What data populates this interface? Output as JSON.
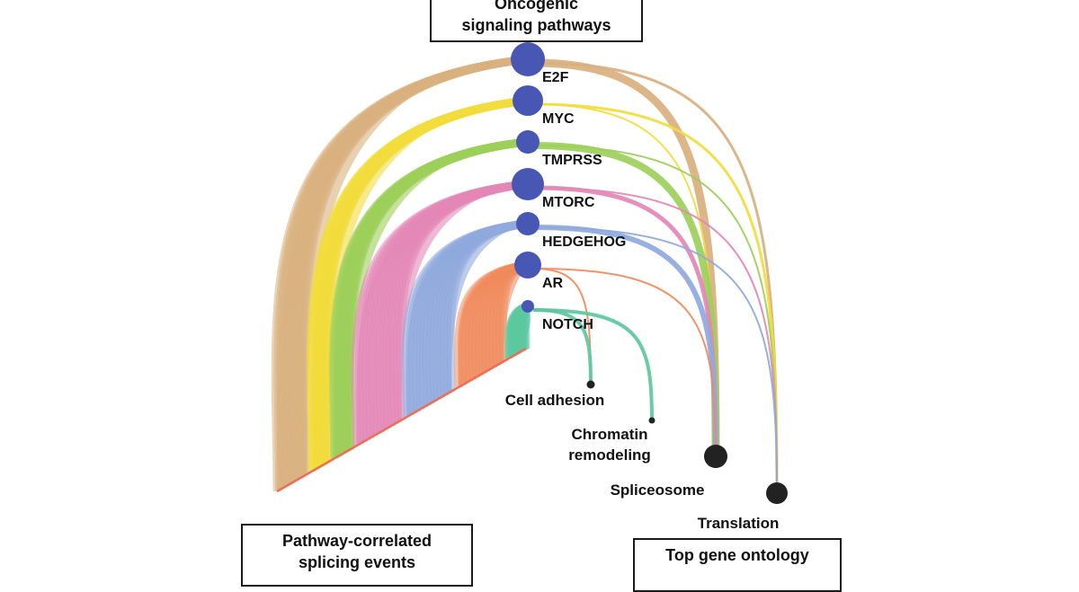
{
  "title_box": {
    "lines": [
      "Oncogenic",
      "signaling pathways"
    ]
  },
  "pathways": [
    {
      "name": "E2F",
      "color": "#d9b07e"
    },
    {
      "name": "MYC",
      "color": "#f2dc3c"
    },
    {
      "name": "TMPRSS",
      "color": "#9ccf5a"
    },
    {
      "name": "MTORC",
      "color": "#e387b6"
    },
    {
      "name": "HEDGEHOG",
      "color": "#8fa9dc"
    },
    {
      "name": "AR",
      "color": "#f08a5c"
    },
    {
      "name": "NOTCH",
      "color": "#5cc8a0"
    }
  ],
  "ontology_terms": [
    "Cell adhesion",
    "Chromatin",
    "remodeling",
    "Spliceosome",
    "Translation"
  ],
  "splicing_box": {
    "lines": [
      "Pathway-correlated",
      "splicing events"
    ]
  },
  "ontology_box": {
    "lines": [
      "Top gene ontology"
    ]
  },
  "node_color": "#4757b3",
  "term_node_color": "#222222",
  "baseline_color": "#e8705a"
}
